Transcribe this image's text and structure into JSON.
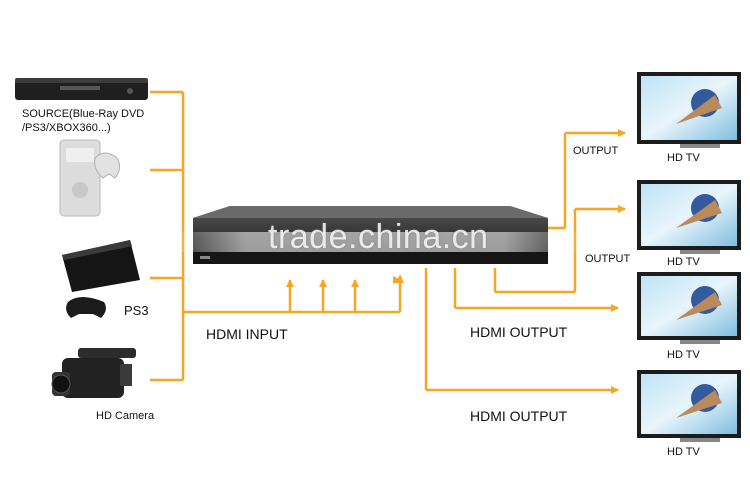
{
  "sources": {
    "bluray_label": "SOURCE(Blue-Ray DVD\n/PS3/XBOX360...)",
    "ps3_label": "PS3",
    "camera_label": "HD Camera"
  },
  "switch": {
    "input_label": "HDMI INPUT",
    "output_label_1": "HDMI OUTPUT",
    "output_label_2": "HDMI OUTPUT"
  },
  "outputs": {
    "output_label_top": "OUTPUT",
    "output_label_mid": "OUTPUT",
    "tv_labels": [
      "HD TV",
      "HD TV",
      "HD TV",
      "HD TV"
    ]
  },
  "watermark": "trade.china.cn",
  "colors": {
    "connector_line": "#f5a623",
    "device_dark": "#2a2a2a",
    "tv_frame": "#1c1c1c"
  }
}
